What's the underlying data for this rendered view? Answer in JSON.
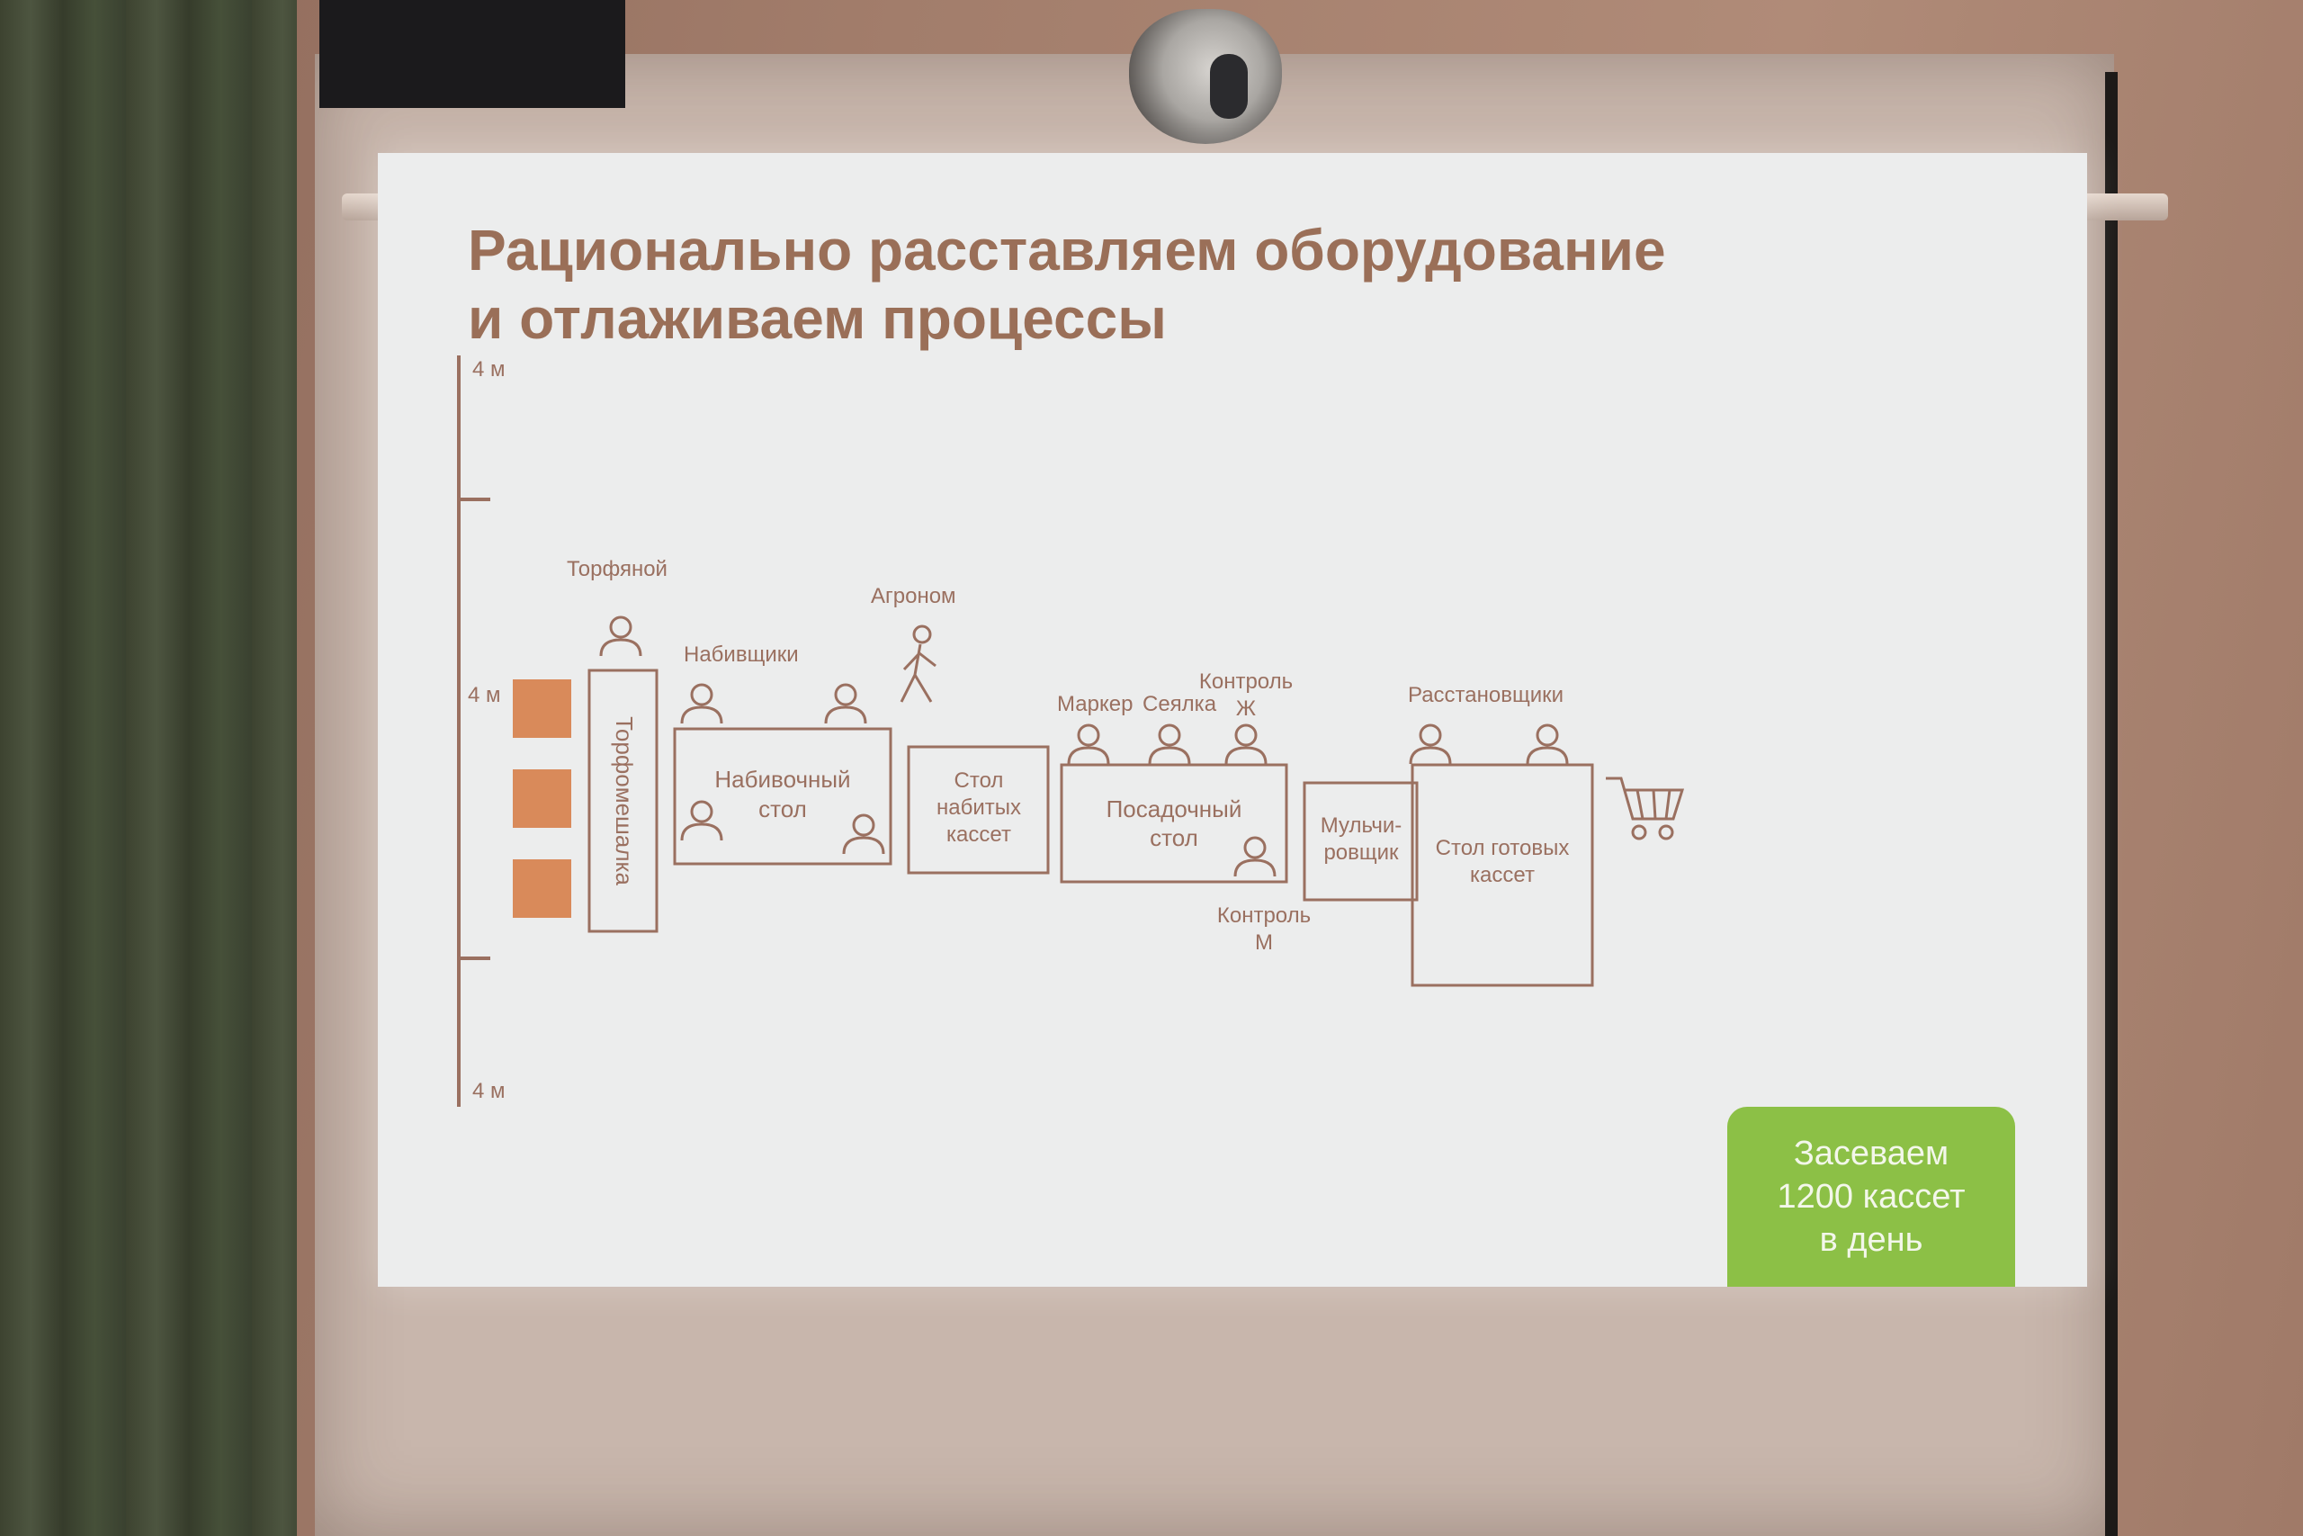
{
  "slide": {
    "title_lines": [
      "Рационально расставляем оборудование",
      "и отлаживаем процессы"
    ],
    "scale": {
      "top_label": "4 м",
      "middle_label": "4 м",
      "bottom_label": "4 м"
    },
    "roles": {
      "peat_worker": "Торфяной",
      "stuffers": "Набивщики",
      "agronomist": "Агроном",
      "marker": "Маркер",
      "seeder": "Сеялка",
      "control_f_line1": "Контроль",
      "control_f_line2": "Ж",
      "placers": "Расстановщики",
      "control_m_line1": "Контроль",
      "control_m_line2": "М"
    },
    "equipment": {
      "peat_mixer": "Торфомешалка",
      "stuffing_table_line1": "Набивочный",
      "stuffing_table_line2": "стол",
      "filled_table_line1": "Стол",
      "filled_table_line2": "набитых",
      "filled_table_line3": "кассет",
      "planting_table_line1": "Посадочный",
      "planting_table_line2": "стол",
      "mulcher_line1": "Мульчи-",
      "mulcher_line2": "ровщик",
      "ready_table_line1": "Стол готовых",
      "ready_table_line2": "кассет"
    },
    "callout": "Засеваем\n1200 кассет\nв день"
  },
  "colors": {
    "slide_background": "#eceded",
    "diagram_line": "#9a7060",
    "peat_block": "#d98a5a",
    "callout_green": "#8cc046"
  },
  "icons": [
    "person-icon",
    "walking-person-icon",
    "shopping-cart-icon"
  ]
}
